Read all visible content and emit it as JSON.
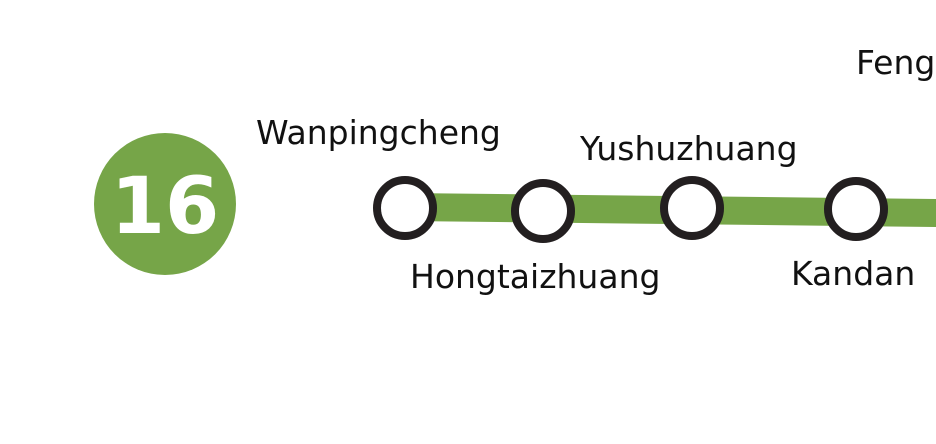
{
  "line": {
    "number": "16",
    "color": "#76a548"
  },
  "station_ring_color": "#231f20",
  "stations": [
    {
      "name": "Wanpingcheng"
    },
    {
      "name": "Hongtaizhuang"
    },
    {
      "name": "Yushuzhuang"
    },
    {
      "name": "Kandan"
    },
    {
      "name": "Feng"
    }
  ]
}
